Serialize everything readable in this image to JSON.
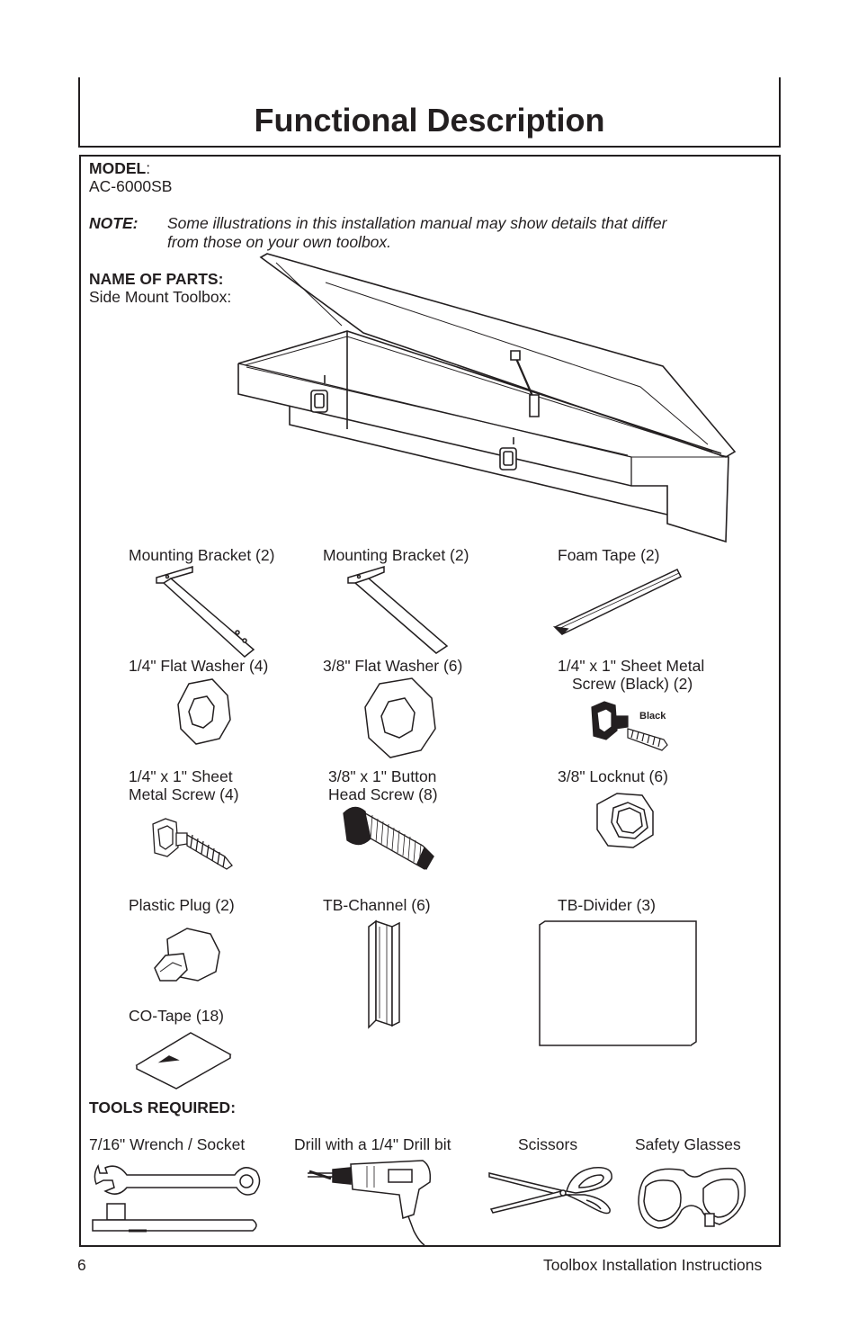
{
  "page": {
    "title": "Functional Description",
    "page_number": "6",
    "footer_title": "Toolbox Installation Instructions"
  },
  "model": {
    "label": "MODEL",
    "separator": ":",
    "value": "AC-6000SB"
  },
  "note": {
    "label": "NOTE:",
    "line1": "Some illustrations in this installation manual may show details that  differ",
    "line2": "from those on your own toolbox."
  },
  "parts": {
    "heading": "NAME OF PARTS:",
    "subheading": "Side Mount Toolbox:",
    "items": [
      {
        "line1": "Mounting Bracket (2)"
      },
      {
        "line1": "Mounting Bracket (2)"
      },
      {
        "line1": "Foam Tape (2)"
      },
      {
        "line1": "1/4\" Flat Washer (4)"
      },
      {
        "line1": "3/8\" Flat Washer (6)"
      },
      {
        "line1": "1/4\" x 1\" Sheet Metal",
        "line2": "Screw (Black) (2)",
        "badge": "Black"
      },
      {
        "line1": "1/4\" x 1\" Sheet",
        "line2": "Metal Screw (4)"
      },
      {
        "line1": "3/8\" x 1\" Button",
        "line2": "Head Screw (8)"
      },
      {
        "line1": "3/8\" Locknut (6)"
      },
      {
        "line1": "Plastic Plug (2)"
      },
      {
        "line1": "TB-Channel (6)"
      },
      {
        "line1": "TB-Divider (3)"
      },
      {
        "line1": "CO-Tape (18)"
      }
    ]
  },
  "tools": {
    "heading": "TOOLS REQUIRED:",
    "items": [
      {
        "label": "7/16\" Wrench / Socket",
        "icon": "wrench-socket-icon"
      },
      {
        "label": "Drill with a 1/4\" Drill bit",
        "icon": "drill-icon"
      },
      {
        "label": "Scissors",
        "icon": "scissors-icon"
      },
      {
        "label": "Safety Glasses",
        "icon": "safety-glasses-icon"
      }
    ]
  },
  "colors": {
    "ink": "#231f20",
    "paper": "#ffffff"
  }
}
